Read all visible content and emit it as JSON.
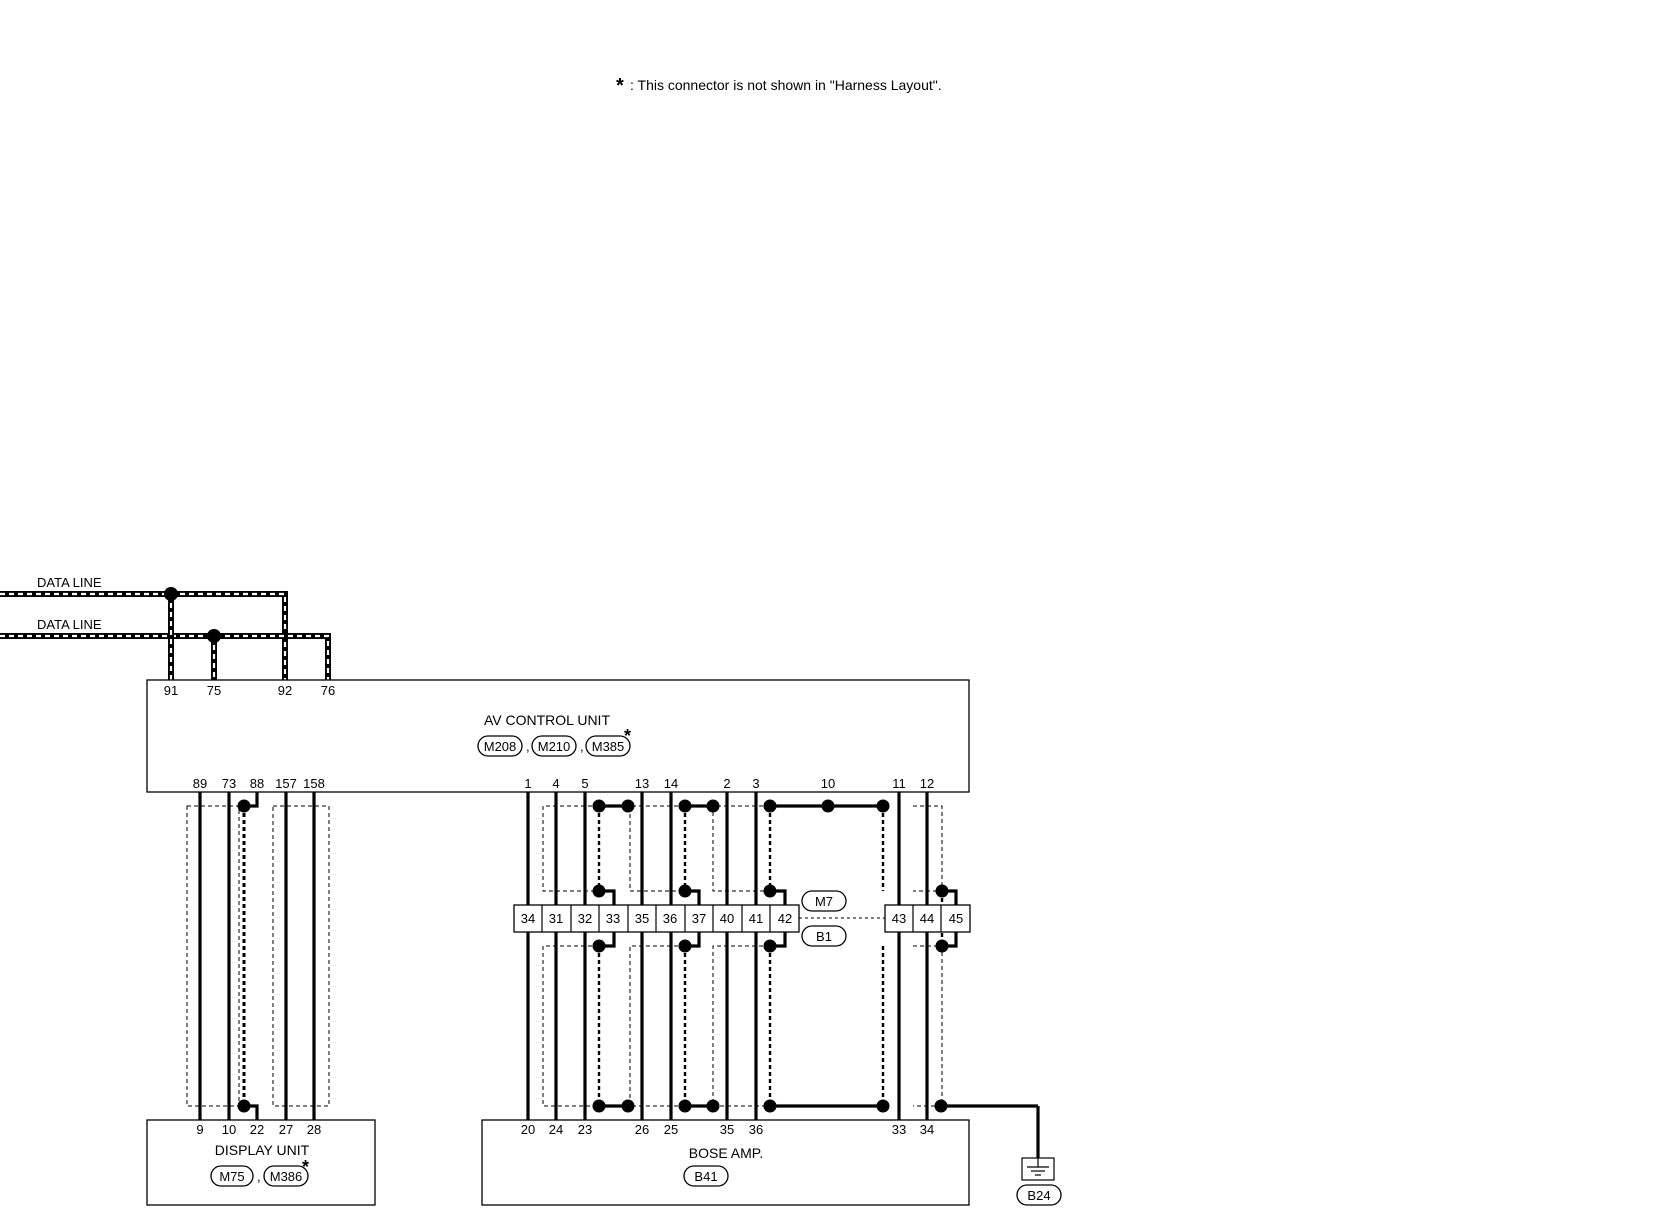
{
  "note": {
    "star": "*",
    "text": ": This connector is not shown in \"Harness Layout\"."
  },
  "data_lines": [
    "DATA LINE",
    "DATA LINE"
  ],
  "av_unit": {
    "title": "AV CONTROL UNIT",
    "connectors": [
      "M208",
      "M210",
      "M385"
    ],
    "separator": ",",
    "star": "*",
    "top_pins": [
      "91",
      "75",
      "92",
      "76"
    ],
    "bottom_pins": [
      "89",
      "73",
      "88",
      "157",
      "158",
      "1",
      "4",
      "5",
      "13",
      "14",
      "2",
      "3",
      "10",
      "11",
      "12"
    ]
  },
  "display_unit": {
    "title": "DISPLAY UNIT",
    "connectors": [
      "M75",
      "M386"
    ],
    "separator": ",",
    "star": "*",
    "pins": [
      "9",
      "10",
      "22",
      "27",
      "28"
    ]
  },
  "bose_amp": {
    "title": "BOSE AMP.",
    "connector": "B41",
    "pins": [
      "20",
      "24",
      "23",
      "26",
      "25",
      "35",
      "36",
      "33",
      "34"
    ]
  },
  "joint_connector": {
    "cells": [
      "34",
      "31",
      "32",
      "33",
      "35",
      "36",
      "37",
      "40",
      "41",
      "42",
      "43",
      "44",
      "45"
    ],
    "upper_label": "M7",
    "lower_label": "B1"
  },
  "ground": {
    "label": "B24"
  }
}
